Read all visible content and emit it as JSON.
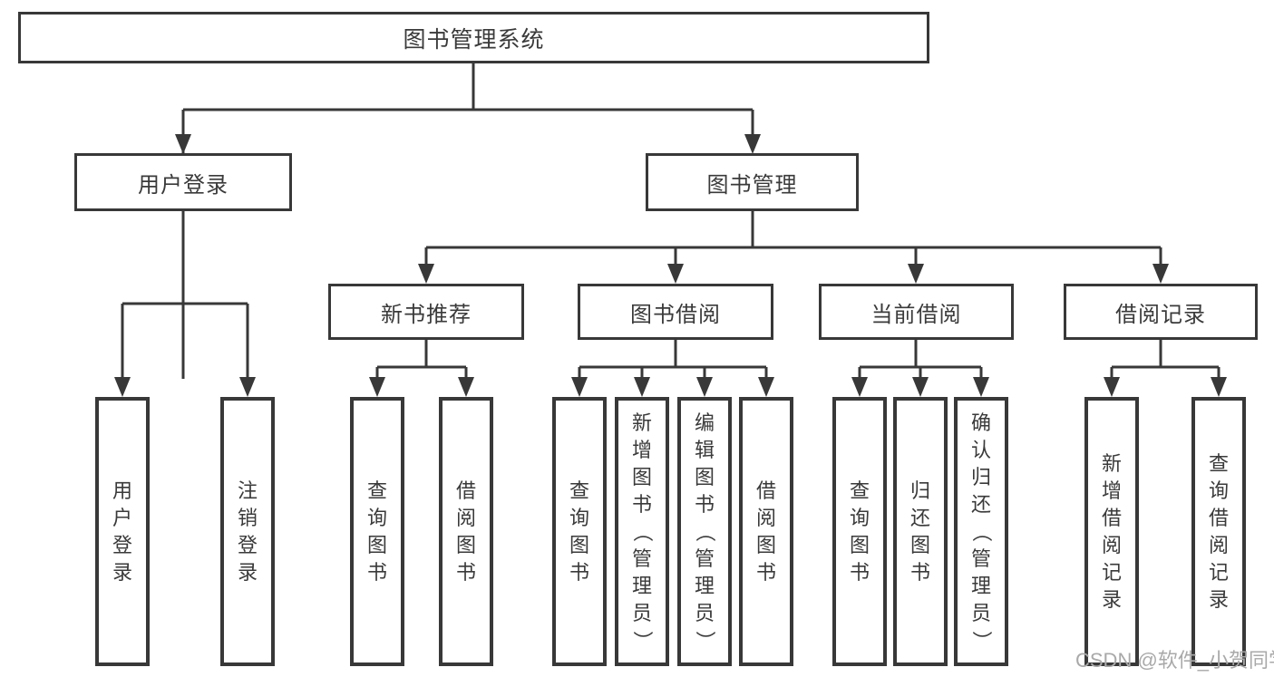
{
  "diagram": {
    "root": {
      "label": "图书管理系统"
    },
    "branches": {
      "login": {
        "label": "用户登录",
        "children": [
          "用户登录",
          "注销登录"
        ]
      },
      "management": {
        "label": "图书管理",
        "sections": {
          "recommend": {
            "label": "新书推荐",
            "children": [
              "查询图书",
              "借阅图书"
            ]
          },
          "borrow": {
            "label": "图书借阅",
            "children": [
              "查询图书",
              "新增图书（管理员）",
              "编辑图书（管理员）",
              "借阅图书"
            ]
          },
          "current": {
            "label": "当前借阅",
            "children": [
              "查询图书",
              "归还图书",
              "确认归还（管理员）"
            ]
          },
          "records": {
            "label": "借阅记录",
            "children": [
              "新增借阅记录",
              "查询借阅记录"
            ]
          }
        }
      }
    }
  },
  "watermark": {
    "text": "CSDN @软件_小贺同学"
  },
  "colors": {
    "line": "#383838",
    "text": "#3a3a3a",
    "watermark": "#a9a9a9"
  }
}
